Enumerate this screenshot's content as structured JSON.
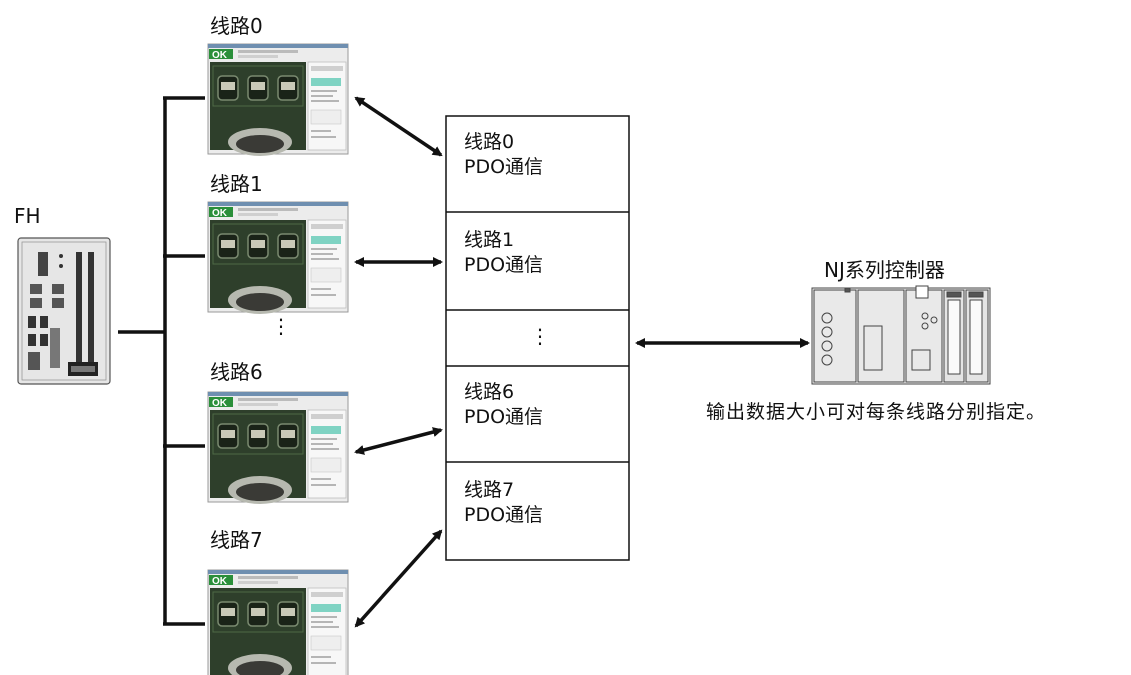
{
  "device_label": "FH",
  "controller_label": "NJ系列控制器",
  "ok_badge": "OK",
  "ellipsis": "⋮",
  "lines": [
    {
      "screen_label": "线路0",
      "pdo_line1": "线路0",
      "pdo_line2": "PDO通信"
    },
    {
      "screen_label": "线路1",
      "pdo_line1": "线路1",
      "pdo_line2": "PDO通信"
    },
    {
      "screen_label": "线路6",
      "pdo_line1": "线路6",
      "pdo_line2": "PDO通信"
    },
    {
      "screen_label": "线路7",
      "pdo_line1": "线路7",
      "pdo_line2": "PDO通信"
    }
  ],
  "note": "输出数据大小可对每条线路分别指定。",
  "colors": {
    "line": "#111111",
    "screen_green": "#2e3f2b",
    "ok_green": "#2a8f3a",
    "panel_teal": "#7fd3c3",
    "device_body": "#e6e6e6"
  }
}
